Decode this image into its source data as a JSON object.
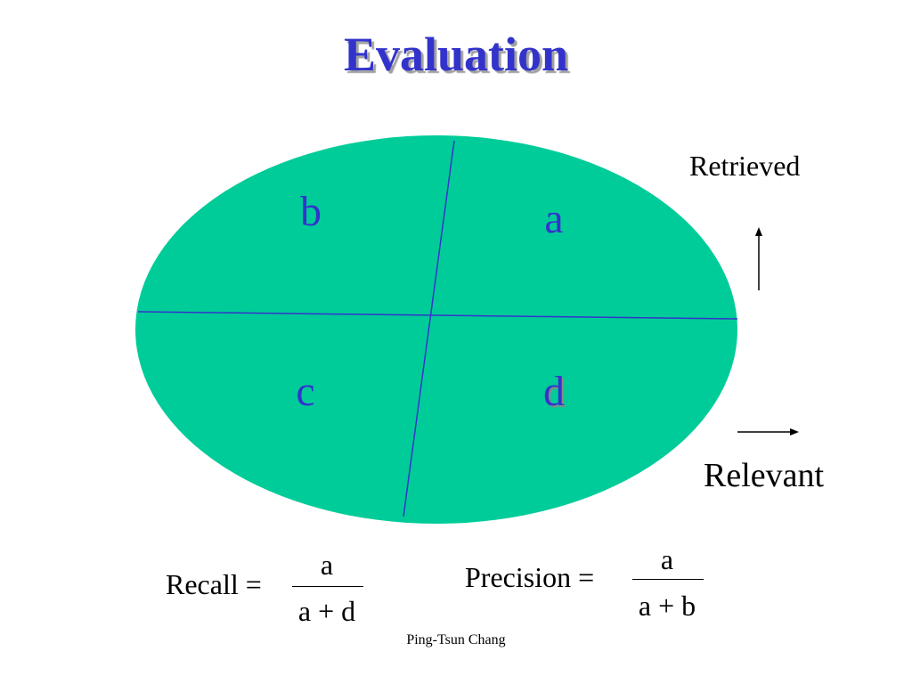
{
  "title": "Evaluation",
  "quadrants": {
    "top_left": "b",
    "top_right": "a",
    "bottom_left": "c",
    "bottom_right": "d"
  },
  "axes": {
    "vertical_label": "Retrieved",
    "horizontal_label": "Relevant"
  },
  "formulas": {
    "recall": {
      "lhs": "Recall =",
      "numerator": "a",
      "denominator": "a + d"
    },
    "precision": {
      "lhs": "Precision =",
      "numerator": "a",
      "denominator": "a + b"
    }
  },
  "footer": "Ping-Tsun Chang",
  "colors": {
    "ellipse_fill": "#00cc99",
    "divider": "#3333cc",
    "title": "#3333cc"
  }
}
